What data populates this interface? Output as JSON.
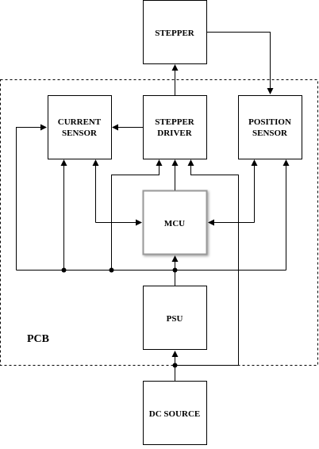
{
  "diagram": {
    "pcb_label": "PCB",
    "blocks": {
      "stepper": {
        "line1": "STEPPER"
      },
      "current_sensor": {
        "line1": "CURRENT",
        "line2": "SENSOR"
      },
      "stepper_driver": {
        "line1": "STEPPER",
        "line2": "DRIVER"
      },
      "position_sensor": {
        "line1": "POSITION",
        "line2": "SENSOR"
      },
      "mcu": {
        "line1": "MCU"
      },
      "psu": {
        "line1": "PSU"
      },
      "dc_source": {
        "line1": "DC SOURCE"
      }
    }
  }
}
